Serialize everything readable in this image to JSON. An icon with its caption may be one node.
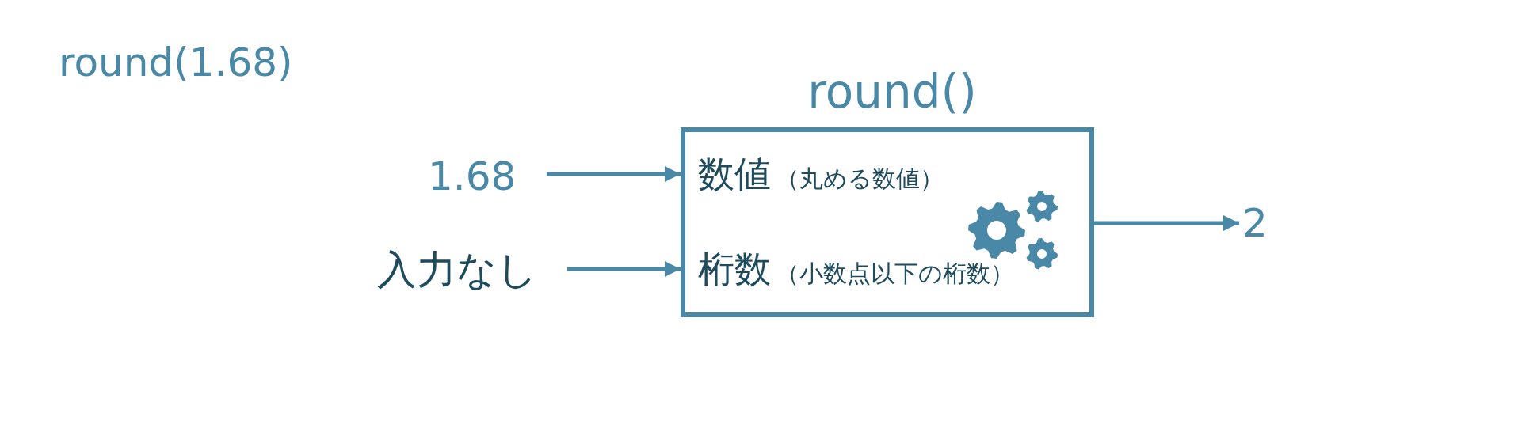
{
  "diagram": {
    "title": "round(1.68)",
    "nodes": [
      {
        "text": [
          "round()",
          "数値",
          "（丸める数値）",
          "桁数",
          "（小数点以下の桁数）"
        ]
      },
      {
        "text": [
          "1.68"
        ]
      },
      {
        "text": [
          "入力なし"
        ]
      },
      {
        "text": [
          "2"
        ]
      }
    ],
    "edges": [
      {
        "from": 1,
        "to": 0,
        "arrow": "to"
      },
      {
        "from": 2,
        "to": 0,
        "arrow": "to"
      },
      {
        "from": 0,
        "to": 3,
        "arrow": "to"
      }
    ]
  }
}
